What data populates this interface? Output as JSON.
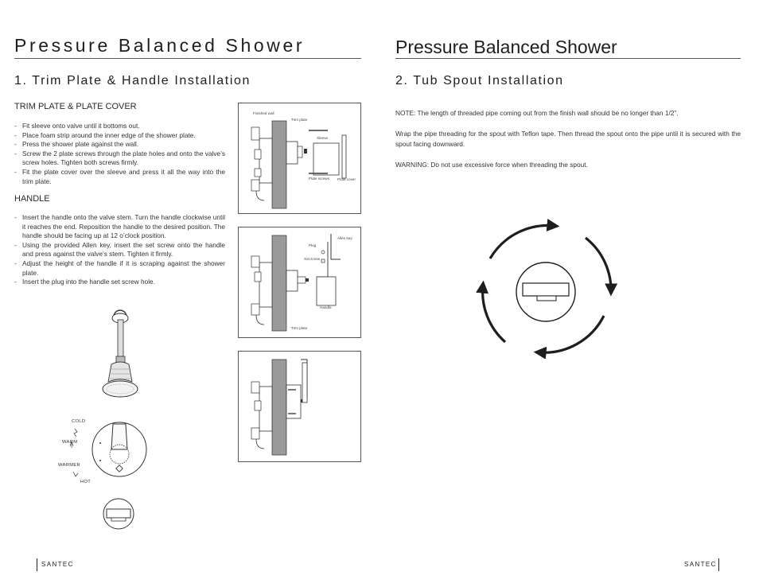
{
  "left_page": {
    "title": "Pressure Balanced Shower",
    "section_title": "1. Trim Plate & Handle Installation",
    "trim_plate": {
      "heading": "TRIM PLATE & PLATE COVER",
      "steps": [
        "Fit sleeve onto valve until it bottoms out.",
        "Place foam strip around the inner edge of the shower plate.",
        "Press the shower plate against the wall.",
        "Screw the 2 plate screws through the plate holes and onto the valve’s  screw holes. Tighten both screws firmly.",
        "Fit the plate cover over the sleeve and press it all the way into the trim plate."
      ]
    },
    "handle": {
      "heading": "HANDLE",
      "steps": [
        "Insert the handle onto the valve stem. Turn the handle clockwise until it reaches the end.  Reposition the handle to the desired position. The handle should be facing up at 12 o’clock position.",
        "Using the provided Allen key, insert the set screw onto the handle and press against the valve’s stem. Tighten it firmly.",
        "Adjust the height of the handle if it is scraping against the shower  plate.",
        "Insert the plug into the handle set screw hole."
      ]
    },
    "temperature_labels": [
      "COLD",
      "WARM",
      "WARMER",
      "HOT"
    ],
    "diagram1_labels": {
      "finished_wall": "Finished wall",
      "trim_plate": "Trim plate",
      "sleeve": "Sleeve",
      "plate_screws": "Plate screws",
      "plate_cover": "Plate cover"
    },
    "diagram2_labels": {
      "allen_key": "Allen key",
      "plug": "Plug",
      "set_screw": "Set screw",
      "handle": "Handle",
      "trim_plate": "Trim plate"
    },
    "brand": "SANTEC"
  },
  "right_page": {
    "title": "Pressure Balanced Shower",
    "section_title": "2. Tub Spout Installation",
    "note": "NOTE: The length of threaded pipe coming out from the  finish wall should be no longer than 1/2”.",
    "instructions": "Wrap the pipe threading for the spout with Teflon tape. Then thread the spout onto the pipe until it is secured with the spout facing downward.",
    "warning": "WARNING: Do not use excessive force when threading the spout.",
    "brand": "SANTEC"
  }
}
